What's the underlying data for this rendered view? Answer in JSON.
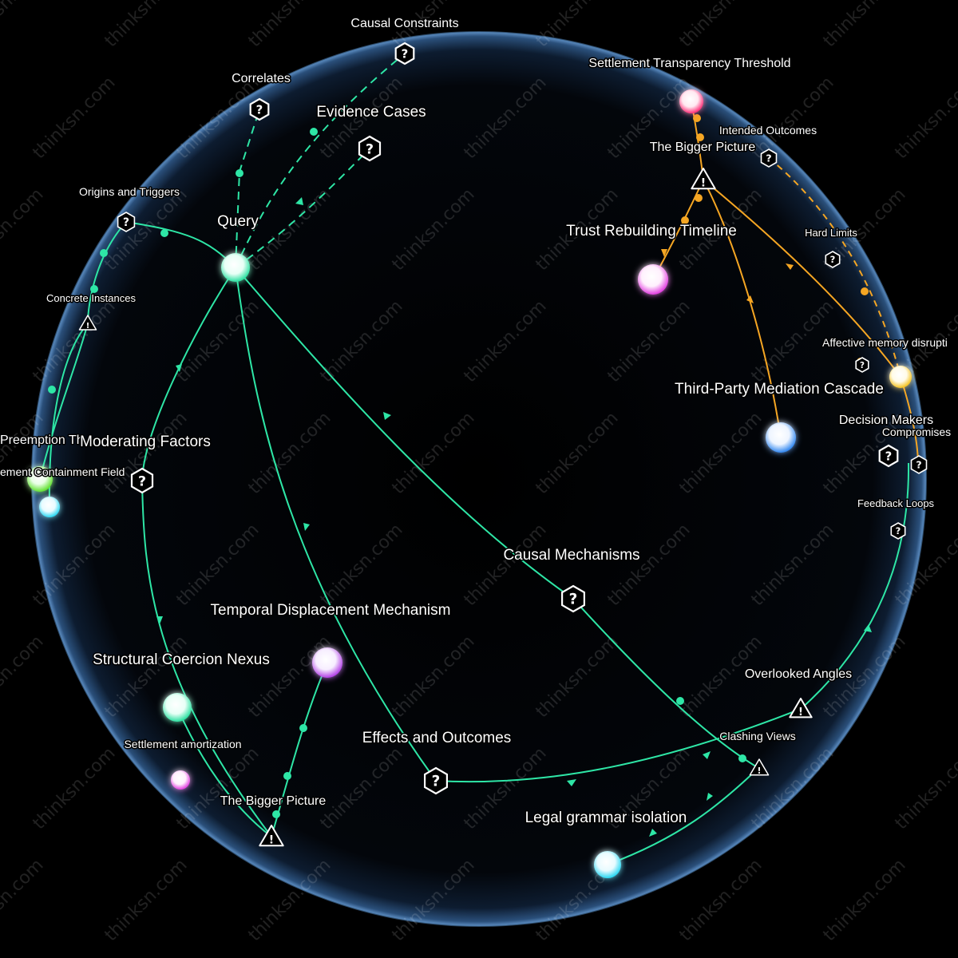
{
  "watermark": "thinksn.com",
  "colors": {
    "background": "#000000",
    "sphere_edge": "#5e8fc4",
    "teal_edge": "#2ee6a6",
    "orange_edge": "#f5a623",
    "white": "#ffffff"
  },
  "labels": {
    "causal_constraints": "Causal Constraints",
    "settlement_transparency": "Settlement Transparency Threshold",
    "correlates": "Correlates",
    "evidence_cases": "Evidence Cases",
    "intended_outcomes": "Intended Outcomes",
    "bigger_picture_top": "The Bigger Picture",
    "origins_triggers": "Origins and Triggers",
    "query": "Query",
    "trust_rebuilding": "Trust Rebuilding Timeline",
    "hard_limits": "Hard Limits",
    "concrete_instances": "Concrete Instances",
    "affective_memory": "Affective memory disrupti",
    "third_party": "Third-Party Mediation Cascade",
    "decision_makers": "Decision Makers",
    "compromises": "Compromises",
    "preemption": "Preemption Th",
    "moderating_factors": "Moderating Factors",
    "containment_field": "ement Containment Field",
    "feedback_loops": "Feedback Loops",
    "causal_mechanisms": "Causal Mechanisms",
    "temporal_displacement": "Temporal Displacement Mechanism",
    "structural_coercion": "Structural Coercion Nexus",
    "overlooked_angles": "Overlooked Angles",
    "clashing_views": "Clashing Views",
    "settlement_amortization": "Settlement amortization",
    "effects_outcomes": "Effects and Outcomes",
    "bigger_picture_bottom": "The Bigger Picture",
    "legal_grammar": "Legal grammar isolation"
  },
  "icons": {
    "question": "?",
    "warning": "!"
  }
}
